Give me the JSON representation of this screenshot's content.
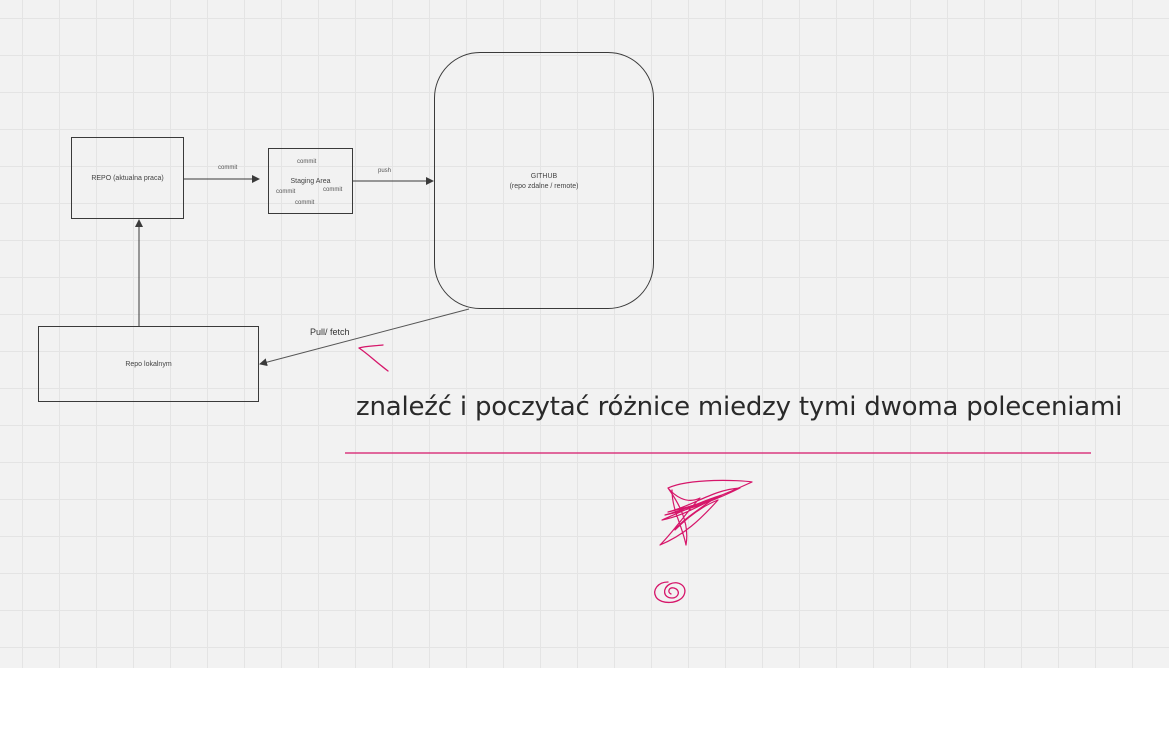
{
  "diagram": {
    "nodes": {
      "repo": {
        "label": "REPO (aktualna praca)"
      },
      "staging": {
        "label": "Staging Area",
        "commits": [
          "commit",
          "commit",
          "commit",
          "commit"
        ]
      },
      "github": {
        "label": "GITHUB",
        "sublabel": "(repo zdalne / remote)"
      },
      "local": {
        "label": "Repo lokalnym"
      }
    },
    "edges": {
      "repo_to_staging": "commit",
      "staging_to_github": "push",
      "github_to_local": "Pull/ fetch"
    },
    "note": "znaleźć i poczytać różnice miedzy tymi dwoma poleceniami"
  },
  "colors": {
    "board": "#f2f2f2",
    "stroke": "#3a3a3a",
    "ink": "#d6166a"
  }
}
